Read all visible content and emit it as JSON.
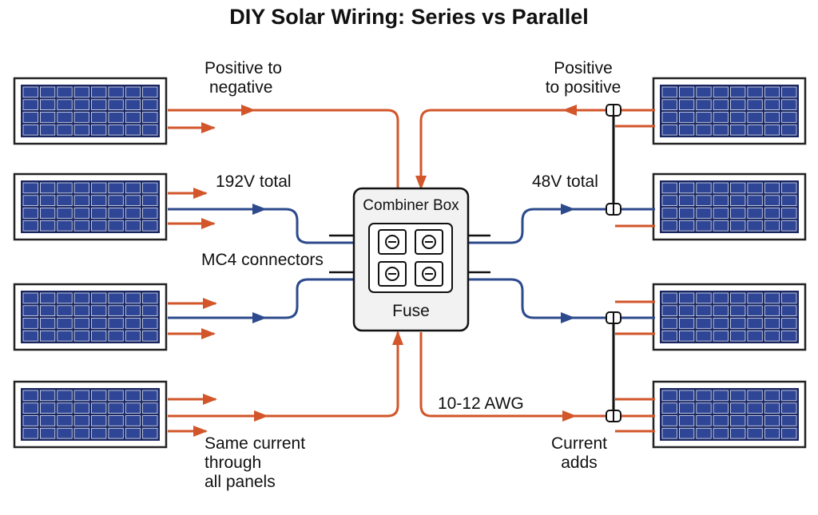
{
  "title": "DIY Solar Wiring: Series vs Parallel",
  "colors": {
    "positive_wire": "#d2562a",
    "negative_wire": "#2c4a8c",
    "panel_cell": "#2f4596",
    "panel_frame": "#222222",
    "box_fill": "#f2f2f2"
  },
  "combiner": {
    "title": "Combiner Box",
    "fuse_label": "Fuse"
  },
  "series_side": {
    "labels": {
      "positive_to_negative": [
        "Positive to",
        "negative"
      ],
      "voltage_total": "192V total",
      "connectors": "MC4 connectors",
      "current_note": [
        "Same current",
        "through",
        "all panels"
      ]
    }
  },
  "parallel_side": {
    "labels": {
      "positive_to_positive": [
        "Positive",
        "to positive"
      ],
      "voltage_total": "48V total",
      "wire_gauge": "10-12 AWG",
      "current_note": [
        "Current",
        "adds"
      ]
    }
  },
  "icons": {
    "fuse": "fuse-icon",
    "connector": "mc4-connector-icon",
    "panel": "solar-panel-icon"
  }
}
